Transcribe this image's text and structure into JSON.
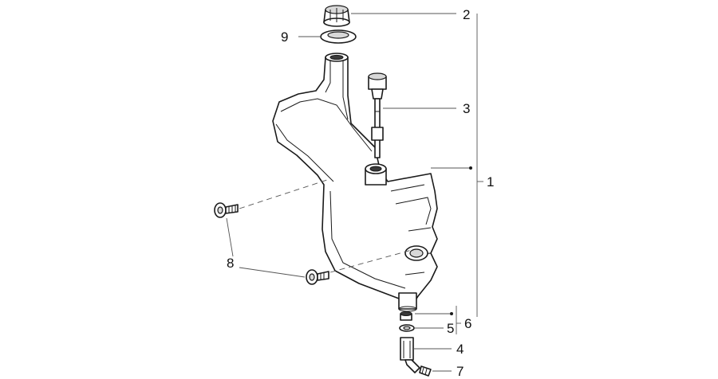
{
  "callouts": {
    "c1": "1",
    "c2": "2",
    "c3": "3",
    "c4": "4",
    "c5": "5",
    "c6": "6",
    "c7": "7",
    "c8": "8",
    "c9": "9"
  },
  "colors": {
    "line": "#1a1a1a",
    "leader": "#555555",
    "shade": "#d8d8d8",
    "background": "#ffffff"
  }
}
